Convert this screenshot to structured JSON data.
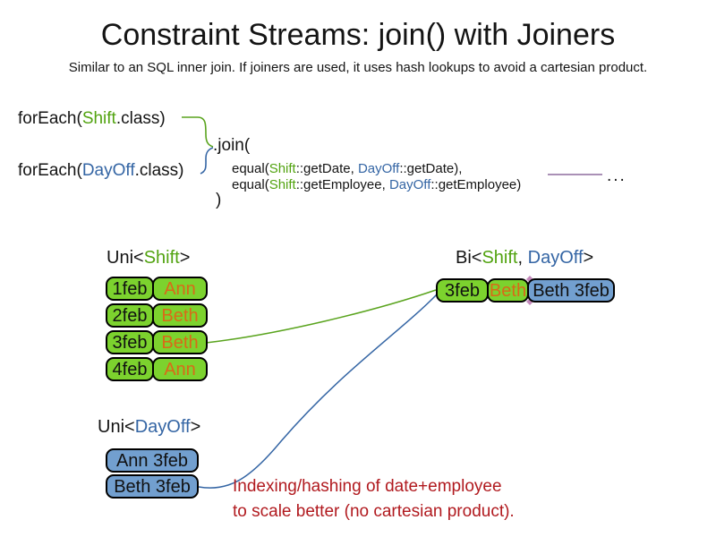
{
  "title": "Constraint Streams: join() with Joiners",
  "subtitle": "Similar to an SQL inner join. If joiners are used, it uses hash lookups to avoid a cartesian product.",
  "code": {
    "foreach_shift": {
      "pre": "forEach(",
      "cls": "Shift",
      "post": ".class)"
    },
    "foreach_dayoff": {
      "pre": "forEach(",
      "cls": "DayOff",
      "post": ".class)"
    },
    "join_open": ".join(",
    "equal_date": {
      "pre": "equal(",
      "a": "Shift",
      "mid1": "::getDate, ",
      "b": "DayOff",
      "post": "::getDate),"
    },
    "equal_employee": {
      "pre": "equal(",
      "a": "Shift",
      "mid1": "::getEmployee, ",
      "b": "DayOff",
      "post": "::getEmployee)"
    },
    "join_close": ")",
    "ellipsis": "..."
  },
  "uni_shift": {
    "label": {
      "pre": "Uni<",
      "type": "Shift",
      "post": ">"
    },
    "rows": [
      {
        "date": "1feb",
        "employee": "Ann"
      },
      {
        "date": "2feb",
        "employee": "Beth"
      },
      {
        "date": "3feb",
        "employee": "Beth"
      },
      {
        "date": "4feb",
        "employee": "Ann"
      }
    ]
  },
  "uni_dayoff": {
    "label": {
      "pre": "Uni<",
      "type": "DayOff",
      "post": ">"
    },
    "rows": [
      {
        "text": "Ann 3feb"
      },
      {
        "text": "Beth 3feb"
      }
    ]
  },
  "bi": {
    "label": {
      "pre": "Bi<",
      "t1": "Shift",
      "sep": ", ",
      "t2": "DayOff",
      "post": ">"
    },
    "row": {
      "date": "3feb",
      "employee": "Beth",
      "dayoff": "Beth 3feb"
    }
  },
  "note": {
    "line1": "Indexing/hashing of date+employee",
    "line2": "to scale better (no cartesian product)."
  },
  "colors": {
    "shift_green_fill": "#7cd22e",
    "dayoff_blue_fill": "#729fcf",
    "shift_text_green": "#52a310",
    "dayoff_text_blue": "#3465a4",
    "employee_text_orange": "#d96a18",
    "note_red": "#b11a1f",
    "joiner_purple": "#8d6b9e"
  }
}
